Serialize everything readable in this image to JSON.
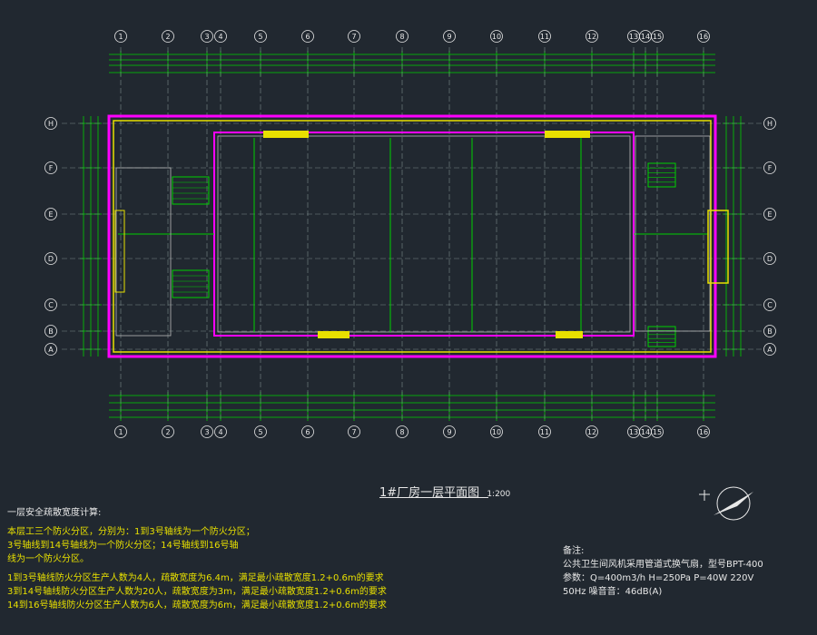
{
  "grid": {
    "columns": [
      "1",
      "2",
      "3",
      "4",
      "5",
      "6",
      "7",
      "8",
      "9",
      "10",
      "11",
      "12",
      "13",
      "14",
      "15",
      "16"
    ],
    "rows": [
      "H",
      "F",
      "E",
      "D",
      "C",
      "B",
      "A"
    ]
  },
  "plan_title": {
    "text": "1#厂房一层平面图",
    "scale": "1:200"
  },
  "notes_left": {
    "heading": "一层安全疏散宽度计算:",
    "lines": [
      "本层工三个防火分区，分别为：1到3号轴线为一个防火分区；",
      "3号轴线到14号轴线为一个防火分区；14号轴线到16号轴",
      "线为一个防火分区。",
      "1到3号轴线防火分区生产人数为4人，疏散宽度为6.4m，满足最小疏散宽度1.2+0.6m的要求",
      "3到14号轴线防火分区生产人数为20人，疏散宽度为3m，满足最小疏散宽度1.2+0.6m的要求",
      "14到16号轴线防火分区生产人数为6人，疏散宽度为6m，满足最小疏散宽度1.2+0.6m的要求"
    ]
  },
  "notes_right": {
    "heading": "备注:",
    "lines": [
      "公共卫生间风机采用管道式换气扇，型号BPT-400",
      "参数：Q=400m3/h H=250Pa P=40W 220V",
      "50Hz 噪音音：46dB(A)"
    ]
  },
  "colors": {
    "background": "#212830",
    "grid_line": "#00d000",
    "wall_outer": "#ff00ff",
    "wall_inner": "#e8e000",
    "text": "#e8e8e8"
  }
}
